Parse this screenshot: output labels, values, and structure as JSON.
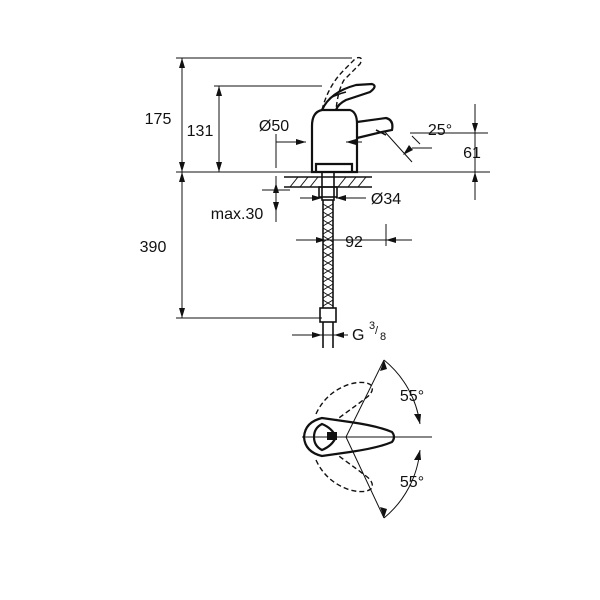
{
  "dimensions": {
    "total_height": "175",
    "lever_height": "131",
    "body_diameter": "Ø50",
    "spout_angle": "25°",
    "spout_height": "61",
    "base_diameter": "Ø34",
    "max_thickness": "max.30",
    "projection": "92",
    "hose_length": "390",
    "connection_base": "G",
    "connection_num": "3",
    "connection_den": "8"
  },
  "top_view": {
    "angle_upper": "55°",
    "angle_lower": "55°"
  }
}
